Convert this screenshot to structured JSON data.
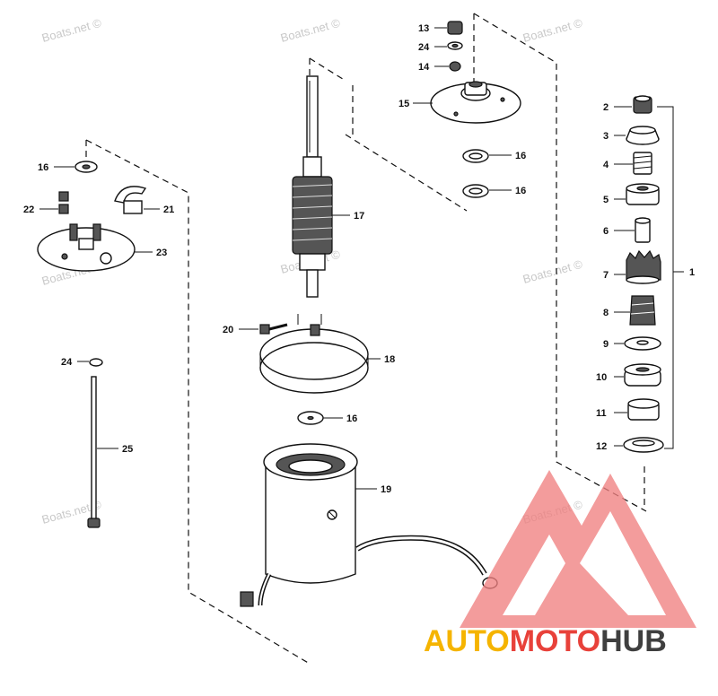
{
  "diagram": {
    "watermark_text": "Boats.net ©",
    "labels": {
      "l1": "1",
      "l2": "2",
      "l3": "3",
      "l4": "4",
      "l5": "5",
      "l6": "6",
      "l7": "7",
      "l8": "8",
      "l9": "9",
      "l10": "10",
      "l11": "11",
      "l12": "12",
      "l13": "13",
      "l14": "14",
      "l15": "15",
      "l16a": "16",
      "l16b": "16",
      "l16c": "16",
      "l16d": "16",
      "l17": "17",
      "l18": "18",
      "l19": "19",
      "l20": "20",
      "l21": "21",
      "l22": "22",
      "l23": "23",
      "l24a": "24",
      "l24b": "24",
      "l25": "25"
    }
  },
  "logo": {
    "part_auto": "AUTO",
    "part_moto": "MOTO",
    "part_hub": "HUB",
    "colors": {
      "auto": "#f5b400",
      "moto": "#e8413a",
      "hub": "#3f3f3f",
      "mark": "#f08080"
    }
  }
}
